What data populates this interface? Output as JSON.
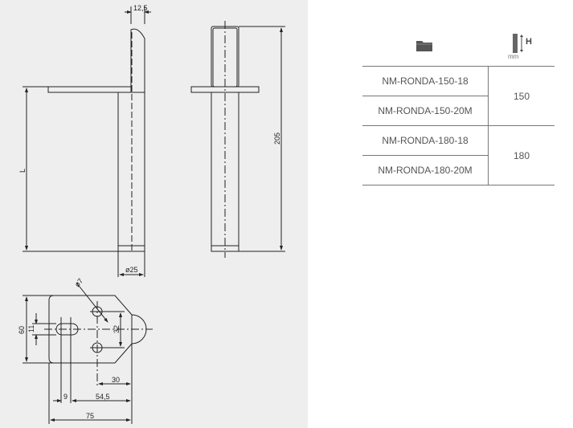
{
  "drawing": {
    "dim_top_width": "12,5",
    "dim_length": "L",
    "dim_total_height": "205",
    "dim_diameter": "ø25",
    "dim_hole": "ø7",
    "dim_plate_height": "60",
    "dim_slot_width": "11",
    "dim_hole_spacing": "32",
    "dim_hole_offset": "30",
    "dim_slot_length": "9",
    "dim_slot_to_edge": "54,5",
    "dim_plate_length": "75"
  },
  "table": {
    "header": {
      "code_icon": "folder-icon",
      "height_icon": "ruler-height-icon",
      "height_label": "H",
      "unit": "mm"
    },
    "groups": [
      {
        "codes": [
          "NM-RONDA-150-18",
          "NM-RONDA-150-20M"
        ],
        "height": "150"
      },
      {
        "codes": [
          "NM-RONDA-180-18",
          "NM-RONDA-180-20M"
        ],
        "height": "180"
      }
    ]
  }
}
